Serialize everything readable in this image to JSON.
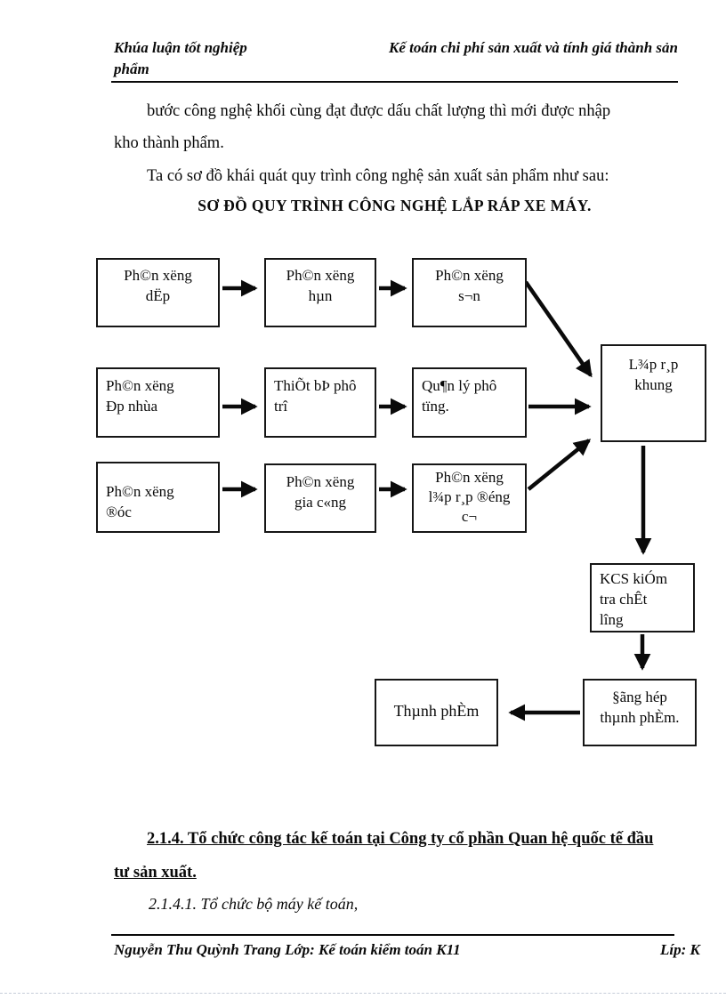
{
  "header": {
    "left": "Khúa luận tốt nghiệp",
    "right": "Kế toán chi phí sản xuất và tính giá thành sản",
    "wrap_word": "phẩm"
  },
  "body": {
    "paragraph1": "bước công nghệ khối cùng đạt được dấu chất lượng thì mới  được nhập\nkho thành phẩm.",
    "paragraph2": "Ta có sơ đồ khái quát quy trình công nghệ sản xuất sản phẩm như sau:"
  },
  "diagram": {
    "title": "SƠ ĐỒ QUY TRÌNH CÔNG NGHỆ LẮP RÁP XE MÁY.",
    "boxes": {
      "dap": "Ph©n xëng\ndËp",
      "han": "Ph©n xëng\nhµn",
      "son": "Ph©n xëng\ns¬n",
      "ep_nhua": "Ph©n xëng\nÐp nhùa",
      "thiet_bi": "ThiÕt bÞ phô\ntrî",
      "quan_ly": "Qu¶n lý phô\ntïng.",
      "duc": "Ph©n xëng\n®óc",
      "gia_cong": "Ph©n xëng\ngia c«ng",
      "lap_dong_co": "Ph©n xëng\nl¾p r¸p ®éng\nc¬",
      "khung": "L¾p r¸p\nkhung",
      "kcs": "KCS kiÓm\ntra chÊt\nlîng",
      "dong_hop": "§ãng hép\nthµnh phÈm.",
      "thanh_pham": "Thµnh phÈm"
    }
  },
  "sections": {
    "heading_214_line1": "2.1.4. Tổ chức công tác kế toán tại Công ty cổ phần Quan hệ quốc tế đầu",
    "heading_214_line2": "tư sản xuất.",
    "heading_2141": "2.1.4.1. Tổ chức bộ máy kế toán,"
  },
  "footer": {
    "left": "Nguyễn Thu Quỳnh Trang Lớp: Kế toán kiểm toán K11",
    "right": "Líp: K"
  },
  "colors": {
    "text": "#0a0a0a",
    "box_border": "#161616",
    "page_break_dash": "#c6cdd9"
  }
}
